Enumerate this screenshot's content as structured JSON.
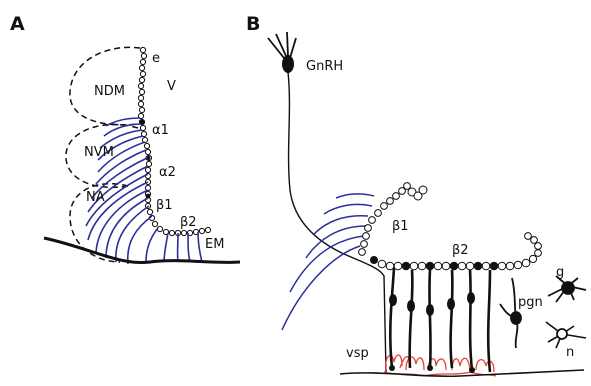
{
  "panel_a": {
    "letter": "A",
    "labels": {
      "e": "e",
      "v": "V",
      "ndm": "NDM",
      "nvm": "NVM",
      "na": "NA",
      "alpha1": "α1",
      "alpha2": "α2",
      "beta1": "β1",
      "beta2": "β2",
      "em": "EM"
    }
  },
  "panel_b": {
    "letter": "B",
    "labels": {
      "gnrh": "GnRH",
      "beta1": "β1",
      "beta2": "β2",
      "pgn": "pgn",
      "g": "g",
      "n": "n",
      "vsp": "vsp"
    }
  },
  "colors": {
    "fiber_blue": "#2a2f9a",
    "capillary_red": "#e8413a",
    "ink": "#111111"
  }
}
